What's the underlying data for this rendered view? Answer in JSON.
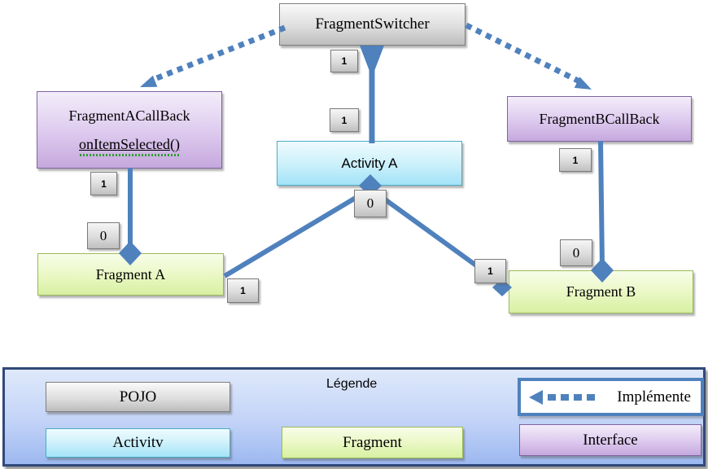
{
  "diagram": {
    "nodes": {
      "switcher": {
        "label": "FragmentSwitcher",
        "kind": "pojo"
      },
      "callback_a": {
        "title": "FragmentACallBack",
        "method": "onItemSelected()",
        "kind": "interface"
      },
      "callback_b": {
        "title": "FragmentBCallBack",
        "kind": "interface"
      },
      "activity_a": {
        "label": "Activity A",
        "kind": "activity"
      },
      "fragment_a": {
        "label": "Fragment A",
        "kind": "fragment"
      },
      "fragment_b": {
        "label": "Fragment B",
        "kind": "fragment"
      }
    },
    "multiplicities": {
      "switcher_bottom": "1",
      "activity_top": "1",
      "activity_bottom": "0",
      "callback_a_bottom": "1",
      "fragment_a_top": "0",
      "fragment_a_right": "1",
      "callback_b_bottom": "1",
      "fragment_b_top": "0",
      "fragment_b_left": "1"
    },
    "colors": {
      "connector_blue": "#4f81bd",
      "pojo_gray": "#dedede",
      "interface_purple": "#c5a8dd",
      "activity_cyan": "#a3e3f7",
      "fragment_green": "#d7f0a2"
    }
  },
  "legend": {
    "title": "Légende",
    "items": [
      {
        "label": "POJO",
        "kind": "pojo"
      },
      {
        "label": "Activitv",
        "kind": "activity"
      },
      {
        "label": "Fragment",
        "kind": "fragment"
      },
      {
        "label": "Interface",
        "kind": "interface"
      }
    ],
    "implements_label": "Implémente",
    "panel_color": "#c2d3f7",
    "panel_border": "#30497a"
  }
}
